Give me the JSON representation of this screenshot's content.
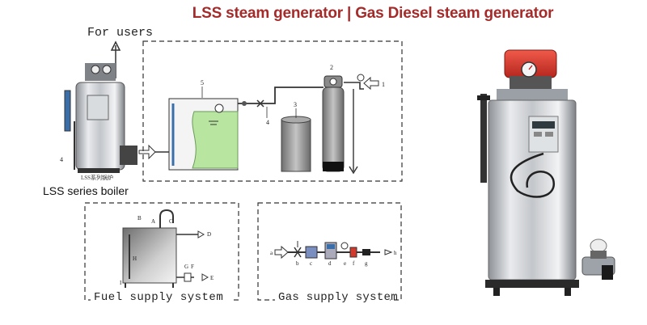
{
  "title": "LSS steam generator | Gas Diesel steam generator",
  "colors": {
    "title": "#a52a2a",
    "dash": "#333333",
    "water": "#b8e6a0",
    "steel": "#c9ccd0",
    "burner": "#d8342a"
  },
  "diagram": {
    "for_users_label": "For users",
    "boiler_caption": "LSS series boiler",
    "boiler_small_caption": "LSS系列锅炉",
    "steam_system_numbers": [
      "1",
      "2",
      "3",
      "4",
      "5"
    ],
    "fuel_system": {
      "label": "Fuel supply system",
      "letters": [
        "A",
        "B",
        "C",
        "D",
        "E",
        "F",
        "G",
        "H",
        "I"
      ]
    },
    "gas_system": {
      "label": "Gas supply system",
      "letters": [
        "a",
        "b",
        "c",
        "d",
        "e",
        "f",
        "g",
        "h"
      ]
    }
  }
}
